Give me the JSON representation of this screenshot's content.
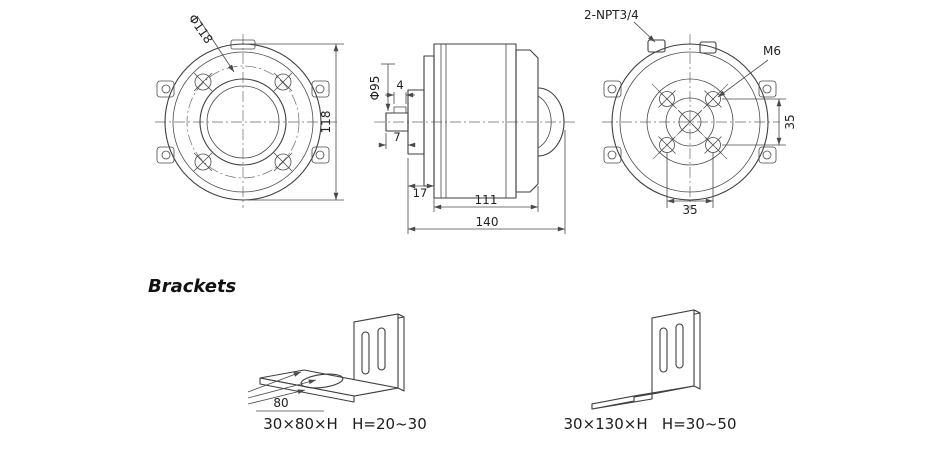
{
  "palette": {
    "line": "#3f3f3f",
    "text": "#222222",
    "background": "#ffffff"
  },
  "views": {
    "front": {
      "dim_flange_diameter": "Φ118",
      "dim_overall_height": "118"
    },
    "side": {
      "dim_body_diameter": "Φ95",
      "dim_key_width": "4",
      "dim_shaft_length": "7",
      "dim_front_offset": "17",
      "dim_body_length": "111",
      "dim_overall_length": "140"
    },
    "rear": {
      "callout_conduit": "2-NPT3/4",
      "callout_thread": "M6",
      "dim_hole_spacing_vertical": "35",
      "dim_hole_spacing_horizontal": "35"
    }
  },
  "brackets": {
    "heading": "Brackets",
    "left": {
      "dim_width": "80",
      "size_label": "30×80×H   H=20~30"
    },
    "right": {
      "size_label": "30×130×H   H=30~50"
    }
  }
}
